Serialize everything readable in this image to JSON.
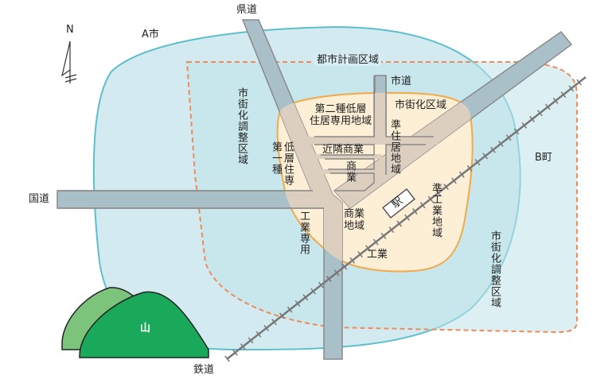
{
  "labels": {
    "north": "N",
    "city_a": "A市",
    "prefectural_road": "県道",
    "city_planning_area": "都市計画区域",
    "city_road": "市道",
    "urbanization_area": "市街化区域",
    "second_low_residential_1": "第二種低層",
    "second_low_residential_2": "住居専用地域",
    "neighborhood_commercial": "近隣商業",
    "commercial_small": "商業",
    "quasi_residential": "準住居地域",
    "first_low_residential_col1": "第一種",
    "first_low_residential_col2": "低層住専",
    "urbanization_control_left": "市街化調整区域",
    "national_road": "国道",
    "town_b": "B町",
    "station": "駅",
    "quasi_industrial": "準工業地域",
    "industrial_exclusive": "工業専用",
    "commercial_area_1": "商業",
    "commercial_area_2": "地域",
    "industrial": "工業",
    "urbanization_control_right": "市街化調整区域",
    "mountain": "山",
    "railway": "鉄道"
  },
  "colors": {
    "city_a_fill": "#d3ebf0",
    "city_a_stroke": "#5cbfcc",
    "planning_dash": "#ef8a5a",
    "urban_fill": "#fdeed6",
    "urban_stroke": "#f2a94a",
    "road_outside": "#a9c0c8",
    "road_inside": "#dccfbf",
    "road_edge": "#8a8a8a",
    "mountain_dark": "#1aa85a",
    "mountain_light": "#7cc47c"
  }
}
